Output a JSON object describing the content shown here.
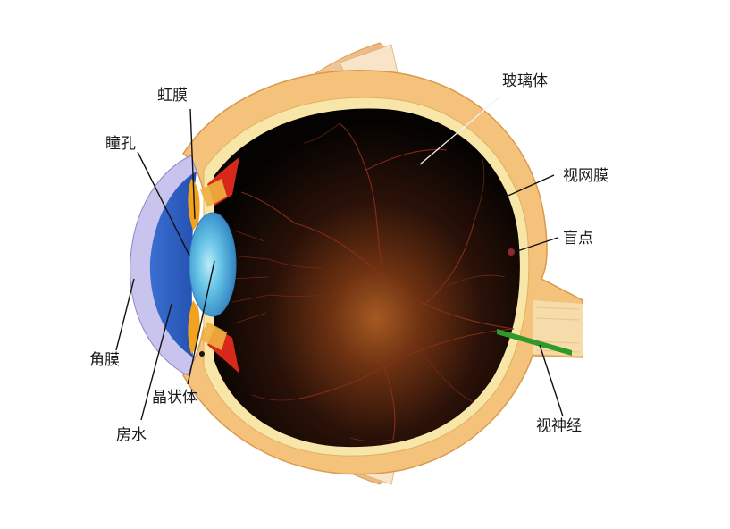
{
  "labels": {
    "iris": "虹膜",
    "pupil": "瞳孔",
    "vitreous": "玻璃体",
    "retina": "视网膜",
    "blind_spot": "盲点",
    "cornea": "角膜",
    "lens": "晶状体",
    "aqueous": "房水",
    "optic_nerve": "视神经"
  },
  "colors": {
    "sclera": "#f4c27a",
    "sclera_edge": "#d99a4e",
    "vitreous_center": "#8a4416",
    "vitreous_edge": "#050302",
    "cornea": "#b8b4e6",
    "anterior_chamber": "#2e5fc0",
    "lens": "#5ab8e0",
    "iris": "#f3a21d",
    "ciliary": "#d8281c",
    "optic_nerve": "#2f9a2a",
    "vessel": "#8c2f1c"
  }
}
